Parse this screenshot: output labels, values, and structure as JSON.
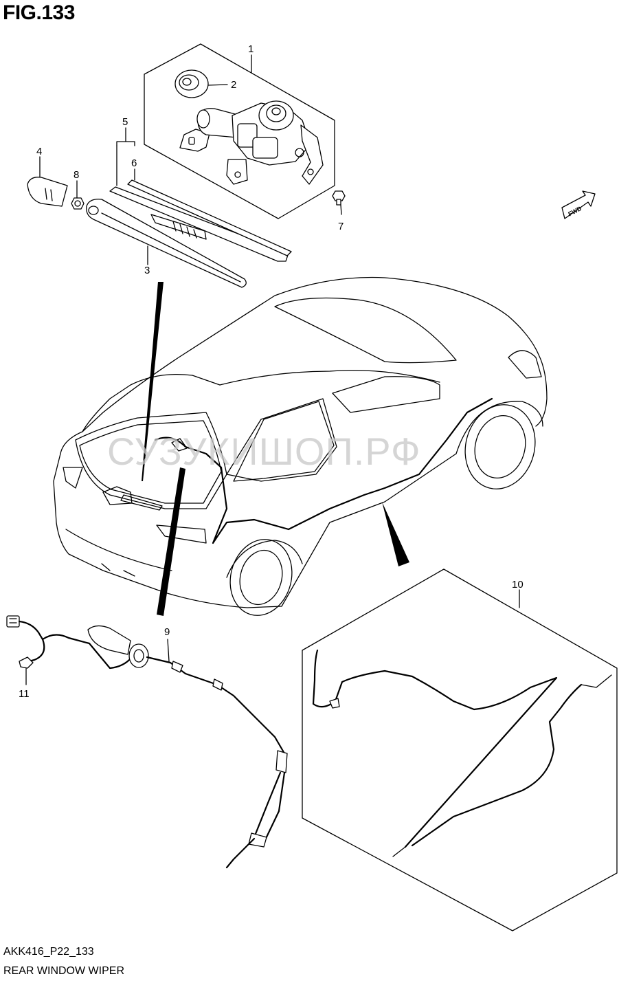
{
  "figure": {
    "title": "FIG.133",
    "code": "AKK416_P22_133",
    "name": "REAR WINDOW WIPER",
    "watermark": "СУЗУКИШОП.РФ",
    "fwd_label": "FWD"
  },
  "callouts": [
    {
      "id": "c1",
      "label": "1"
    },
    {
      "id": "c2",
      "label": "2"
    },
    {
      "id": "c3",
      "label": "3"
    },
    {
      "id": "c4",
      "label": "4"
    },
    {
      "id": "c5",
      "label": "5"
    },
    {
      "id": "c6",
      "label": "6"
    },
    {
      "id": "c7",
      "label": "7"
    },
    {
      "id": "c8",
      "label": "8"
    },
    {
      "id": "c9",
      "label": "9"
    },
    {
      "id": "c10",
      "label": "10"
    },
    {
      "id": "c11",
      "label": "11"
    }
  ],
  "colors": {
    "line": "#000000",
    "background": "#ffffff",
    "watermark": "#c8c8c8"
  }
}
